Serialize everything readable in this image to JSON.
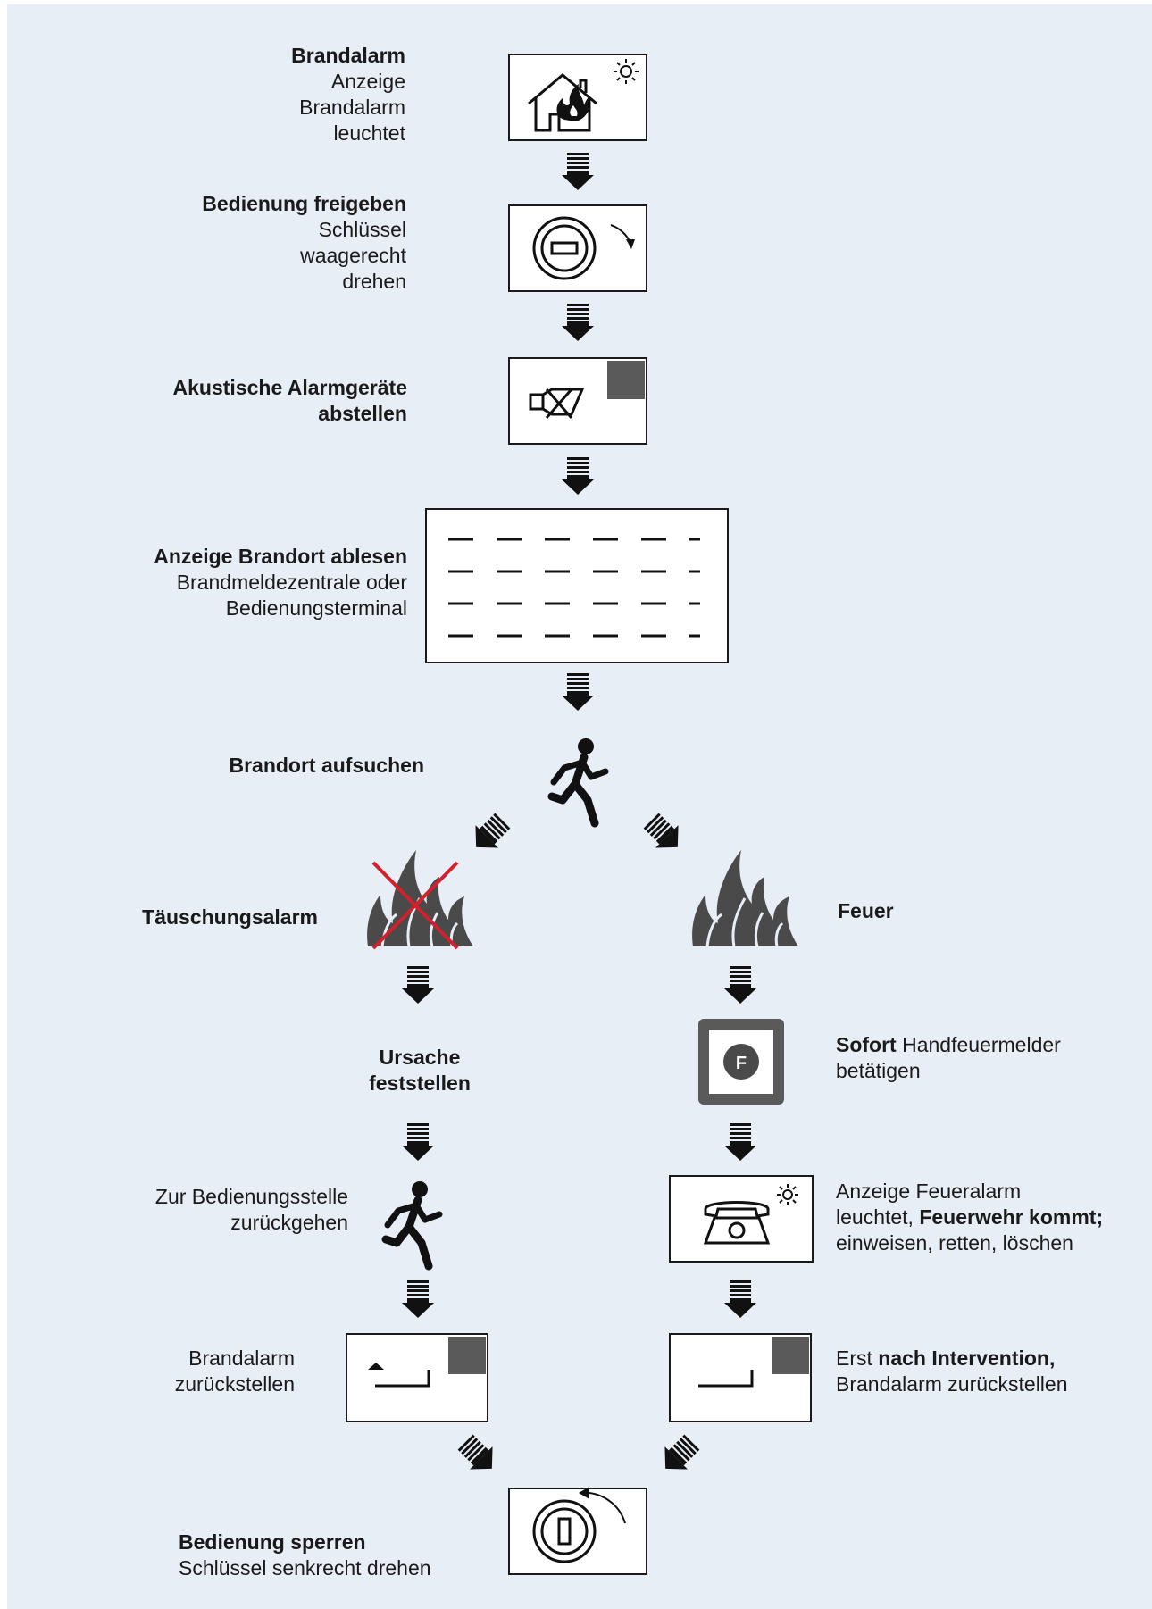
{
  "steps": {
    "brandalarm": {
      "title": "Brandalarm",
      "lines": [
        "Anzeige",
        "Brandalarm",
        "leuchtet"
      ]
    },
    "freigeben": {
      "title": "Bedienung freigeben",
      "lines": [
        "Schlüssel",
        "waagerecht",
        "drehen"
      ]
    },
    "akustisch": {
      "title_line1": "Akustische Alarmgeräte",
      "title_line2": "abstellen"
    },
    "brandort_ablesen": {
      "title": "Anzeige Brandort ablesen",
      "lines": [
        "Brandmeldezentrale oder",
        "Bedienungsterminal"
      ]
    },
    "brandort_aufsuchen": {
      "title": "Brandort aufsuchen"
    },
    "taeuschung": {
      "title": "Täuschungsalarm"
    },
    "feuer": {
      "title": "Feuer"
    },
    "ursache": {
      "title_line1": "Ursache",
      "title_line2": "feststellen"
    },
    "handfeuermelder": {
      "bold": "Sofort",
      "text": " Handfeuermelder",
      "line2": "betätigen",
      "button_letter": "F"
    },
    "zurueckgehen": {
      "lines": [
        "Zur Bedienungsstelle",
        "zurückgehen"
      ]
    },
    "feueralarm": {
      "line1": "Anzeige Feueralarm",
      "line2_text": "leuchtet, ",
      "line2_bold": "Feuerwehr kommt;",
      "line3": "einweisen, retten, löschen"
    },
    "zurueckstellen_left": {
      "lines": [
        "Brandalarm",
        "zurückstellen"
      ]
    },
    "zurueckstellen_right": {
      "pre": "Erst ",
      "bold": "nach Intervention,",
      "line2": "Brandalarm zurückstellen"
    },
    "sperren": {
      "title": "Bedienung sperren",
      "line2": "Schlüssel senkrecht drehen"
    }
  },
  "colors": {
    "background": "#e8eef5",
    "panel_border": "#1a1a1a",
    "dark_grey": "#5a5a5a",
    "flame": "#4a4a4a",
    "cross": "#d4202a",
    "arrow": "#111111"
  },
  "icons": [
    "house-fire-icon",
    "key-horizontal-icon",
    "mute-speaker-icon",
    "display-panel-icon",
    "walking-person-icon",
    "flames-icon",
    "manual-call-point-icon",
    "telephone-icon",
    "reset-arrow-icon",
    "key-vertical-icon"
  ]
}
